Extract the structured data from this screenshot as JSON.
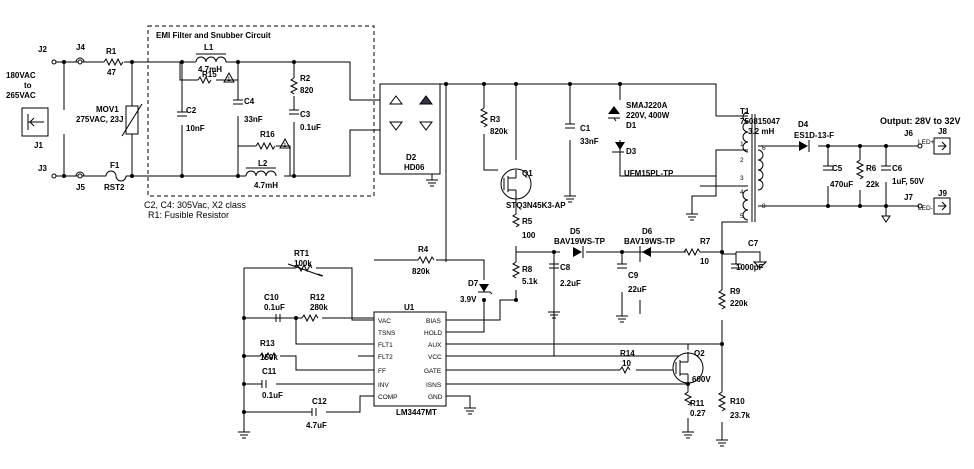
{
  "labels": {
    "j2": "J2",
    "j3": "J3",
    "j1": "J1",
    "j4": "J4",
    "j5": "J5",
    "vin": [
      "180VAC",
      "to",
      "265VAC"
    ],
    "r1": "R1",
    "r1v": "47",
    "f1": "F1",
    "f1v": "RST2",
    "mov": "MOV1",
    "movv": "275VAC, 23J",
    "emi_title": "EMI Filter and Snubber Circuit",
    "l1": "L1",
    "l1v": "4.7mH",
    "r15": "R15",
    "c2": "C2",
    "c2v": "10nF",
    "c4": "C4",
    "c4v": "33nF",
    "r16": "R16",
    "l2": "L2",
    "l2v": "4.7mH",
    "r2": "R2",
    "r2v": "820",
    "c3": "C3",
    "c3v": "0.1uF",
    "tri": "1",
    "note1": "C2, C4: 305Vac, X2 class",
    "note2": "R1: Fusible Resistor",
    "d2": "D2",
    "d2v": "HD06",
    "r3": "R3",
    "r3v": "820k",
    "q1": "Q1",
    "q1v": "STQ3N45K3-AP",
    "r5": "R5",
    "r5v": "100",
    "r8": "R8",
    "r8v": "5.1k",
    "c1": "C1",
    "c1v": "33nF",
    "d1": "SMAJ220A",
    "d1v": "220V, 400W",
    "d1r": "D1",
    "d3": "D3",
    "d3v": "UFM15PL-TP",
    "t1": "T1",
    "t1v": "750815047",
    "t1v2": "3.2 mH",
    "d4": "D4",
    "d4v": "ES1D-13-F",
    "c5": "C5",
    "c5v": "470uF",
    "r6": "R6",
    "r6v": "22k",
    "c6": "C6",
    "c6v": "1uF, 50V",
    "out": "Output: 28V to 32V",
    "j6": "J6",
    "j8": "J8",
    "j7": "J7",
    "j9": "J9",
    "ledp": "LED+",
    "ledn": "LED-",
    "rt1": "RT1",
    "rt1v": "100k",
    "r4": "R4",
    "r4v": "820k",
    "c10": "C10",
    "c10v": "0.1uF",
    "r12": "R12",
    "r12v": "280k",
    "r13": "R13",
    "r13v": "150k",
    "c11": "C11",
    "c11v": "0.1uF",
    "c12": "C12",
    "c12v": "4.7uF",
    "d7": "D7",
    "d7v": "3.9V",
    "u1": "U1",
    "u1v": "LM3447MT",
    "d5": "D5",
    "d5v": "BAV19WS-TP",
    "c8": "C8",
    "c8v": "2.2uF",
    "d6": "D6",
    "d6v": "BAV19WS-TP",
    "c9": "C9",
    "c9v": "22uF",
    "r7": "R7",
    "r7v": "10",
    "c7": "C7",
    "c7v": "1000pF",
    "r9": "R9",
    "r9v": "220k",
    "r14": "R14",
    "r14v": "10",
    "q2": "Q2",
    "q2v": "600V",
    "r11": "R11",
    "r11v": "0.27",
    "r10": "R10",
    "r10v": "23.7k"
  },
  "pins_left": [
    "VAC",
    "TSNS",
    "FLT1",
    "FLT2",
    "FF",
    "INV",
    "COMP"
  ],
  "pins_right": [
    "BIAS",
    "HOLD",
    "AUX",
    "VCC",
    "GATE",
    "ISNS",
    "GND"
  ],
  "tpins": [
    "1",
    "2",
    "3",
    "4",
    "5",
    "6",
    "8"
  ]
}
